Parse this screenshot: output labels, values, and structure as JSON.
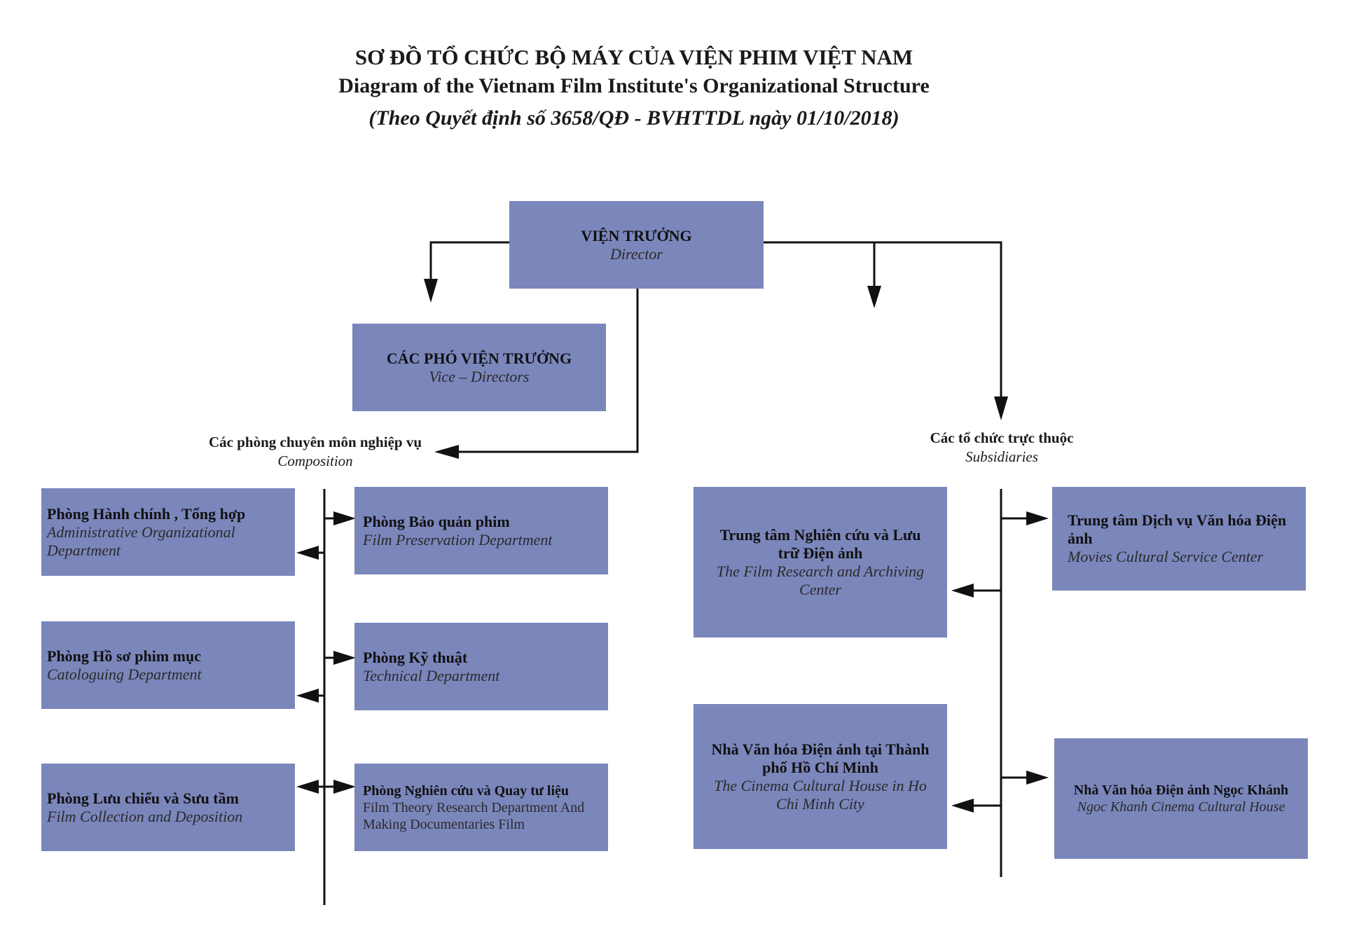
{
  "title": {
    "vn": "SƠ ĐỒ TỔ CHỨC BỘ MÁY CỦA VIỆN PHIM VIỆT NAM",
    "en": "Diagram of the Vietnam Film Institute's Organizational Structure",
    "decision": "(Theo Quyết định số 3658/QĐ - BVHTTDL ngày 01/10/2018)"
  },
  "director": {
    "vn": "VIỆN TRƯỞNG",
    "en": "Director"
  },
  "vice_directors": {
    "vn": "CÁC PHÓ VIỆN TRƯỞNG",
    "en": "Vice – Directors"
  },
  "composition": {
    "label_vn": "Các phòng chuyên môn nghiệp vụ",
    "label_en": "Composition",
    "departments": [
      {
        "vn": "Phòng Hành chính , Tổng hợp",
        "en": "Administrative Organizational Department"
      },
      {
        "vn": "Phòng Bảo quản phim",
        "en": "Film Preservation Department"
      },
      {
        "vn": "Phòng Hồ sơ phim mục",
        "en": "Catologuing Department"
      },
      {
        "vn": "Phòng Kỹ thuật",
        "en": "Technical Department"
      },
      {
        "vn": "Phòng Lưu chiểu và Sưu tầm",
        "en": "Film Collection and Deposition"
      },
      {
        "vn": "Phòng Nghiên cứu và Quay tư liệu",
        "en": "Film Theory Research Department And Making Documentaries Film"
      }
    ]
  },
  "subsidiaries": {
    "label_vn": "Các tổ chức trực thuộc",
    "label_en": "Subsidiaries",
    "units": [
      {
        "vn": "Trung tâm Nghiên cứu và Lưu trữ Điện ảnh",
        "en": "The Film Research and Archiving Center"
      },
      {
        "vn": "Trung tâm Dịch vụ Văn hóa Điện ảnh",
        "en": "Movies Cultural Service Center"
      },
      {
        "vn": "Nhà Văn hóa Điện ảnh tại Thành phố Hồ Chí Minh",
        "en": "The Cinema Cultural House in Ho Chi Minh City"
      },
      {
        "vn": "Nhà Văn hóa Điện ảnh Ngọc Khánh",
        "en": "Ngoc Khanh Cinema Cultural House"
      }
    ]
  },
  "colors": {
    "box_fill": "#7b86bb",
    "line": "#111111"
  }
}
